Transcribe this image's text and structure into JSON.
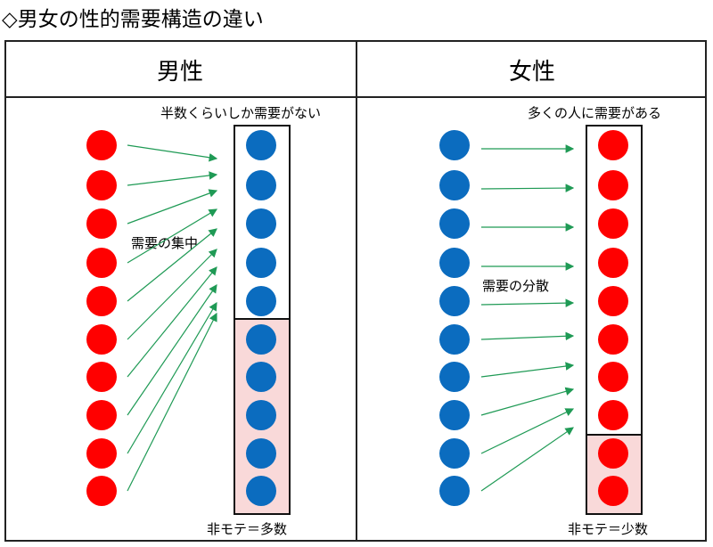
{
  "title": "◇男女の性的需要構造の違い",
  "male": {
    "header": "男性",
    "top_label": "半数くらいしか需要がない",
    "mid_label": "需要の集中",
    "bottom_label": "非モテ＝多数",
    "count": 10,
    "unpopular_count": 5
  },
  "female": {
    "header": "女性",
    "top_label": "多くの人に需要がある",
    "mid_label": "需要の分散",
    "bottom_label": "非モテ＝少数",
    "count": 10,
    "unpopular_count": 2
  },
  "colors": {
    "red": "#ff0000",
    "blue": "#0b6cbf",
    "arrow": "#1f9a55",
    "pink": "#f9d9d9"
  }
}
